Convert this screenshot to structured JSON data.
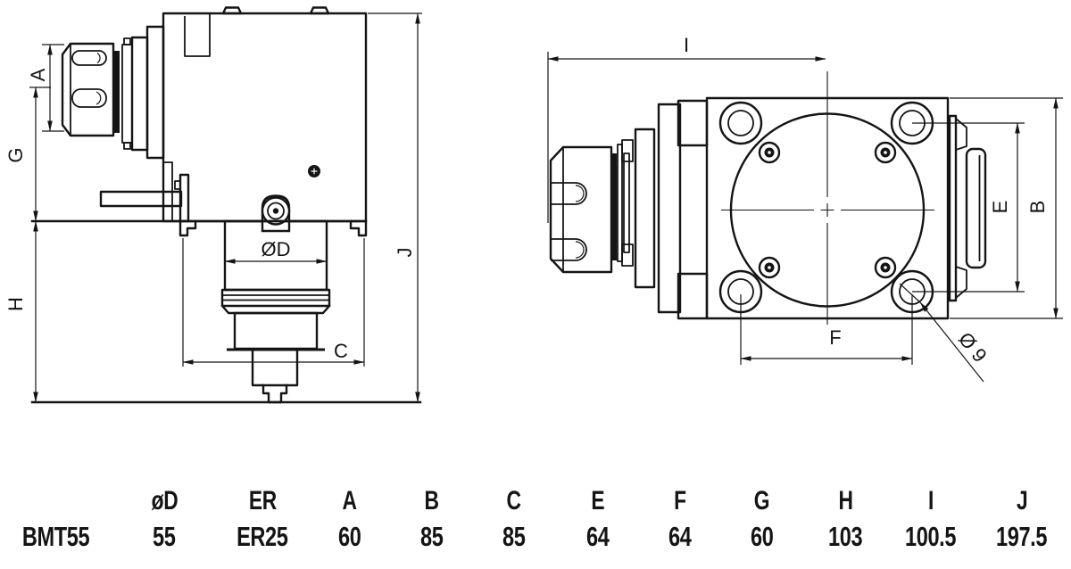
{
  "colors": {
    "ink": "#141414",
    "background": "#ffffff"
  },
  "drawing": {
    "side_view": {
      "labels": {
        "a": "A",
        "g": "G",
        "h": "H",
        "j": "J",
        "c": "C",
        "d": "ØD"
      }
    },
    "front_view": {
      "labels": {
        "i": "I",
        "e": "E",
        "b": "B",
        "f": "F",
        "hole_dia": "Ø 9"
      }
    }
  },
  "table": {
    "headers": [
      "",
      "øD",
      "ER",
      "A",
      "B",
      "C",
      "E",
      "F",
      "G",
      "H",
      "I",
      "J"
    ],
    "row": [
      "BMT55",
      "55",
      "ER25",
      "60",
      "85",
      "85",
      "64",
      "64",
      "60",
      "103",
      "100.5",
      "197.5"
    ]
  }
}
